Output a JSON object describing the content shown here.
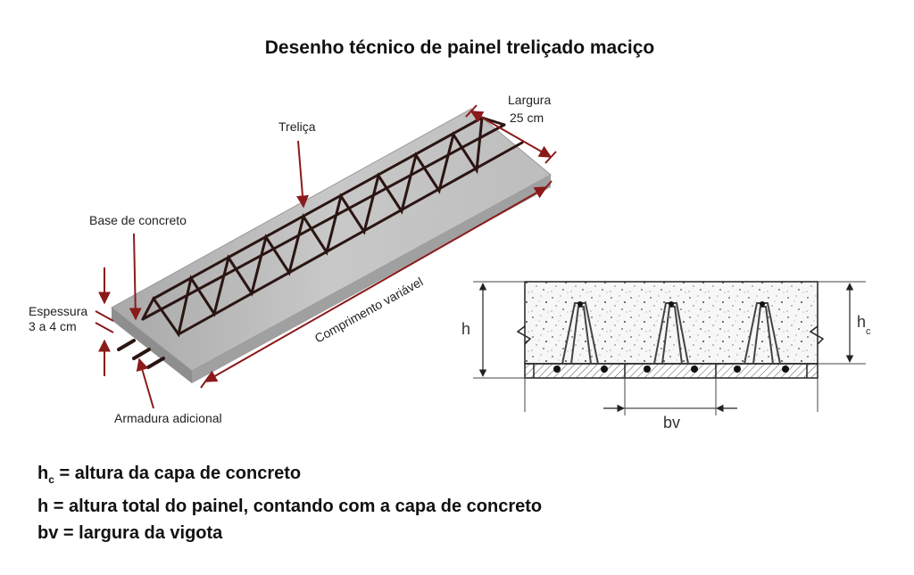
{
  "title": "Desenho técnico de painel treliçado maciço",
  "isometric_labels": {
    "largura_1": "Largura",
    "largura_2": "25 cm",
    "trelica": "Treliça",
    "base_concreto": "Base de concreto",
    "espessura_1": "Espessura",
    "espessura_2": "3 a 4 cm",
    "comprimento": "Comprimento variável",
    "armadura": "Armadura adicional"
  },
  "section_labels": {
    "h": "h",
    "hc_main": "h",
    "hc_sub": "c",
    "bv": "bv"
  },
  "legend": {
    "hc_var": "h",
    "hc_sub": "c",
    "hc_text": " = altura da capa de concreto",
    "h_line": "h = altura total do painel, contando com a capa de concreto",
    "bv_line": "bv = largura da vigota"
  },
  "colors": {
    "arrow": "#8b1a1a",
    "concrete": "#b9b9b9",
    "rebar": "#2a1512"
  }
}
